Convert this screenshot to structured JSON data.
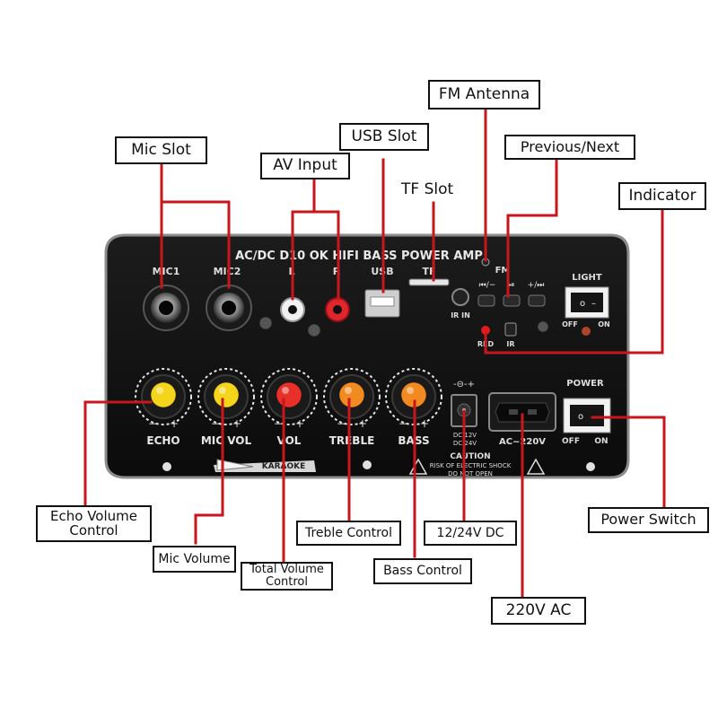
{
  "callouts": {
    "fm_antenna": "FM Antenna",
    "usb_slot": "USB Slot",
    "previous_next": "Previous/Next",
    "mic_slot": "Mic Slot",
    "av_input": "AV Input",
    "tf_slot": "TF Slot",
    "indicator": "Indicator",
    "echo_volume": "Echo Volume\nControl",
    "mic_volume": "Mic Volume",
    "total_volume": "Total Volume\nControl",
    "treble_control": "Treble Control",
    "bass_control": "Bass Control",
    "dc_input": "12/24V DC",
    "ac_input": "220V AC",
    "power_switch": "Power Switch"
  },
  "panel": {
    "header": "AC/DC  D10 OK  HIFI    BASS  POWER  AMP",
    "jacks": {
      "mic1": "MIC1",
      "mic2": "MIC2",
      "l": "L",
      "r": "R",
      "usb": "USB",
      "tf": "TF",
      "ir_in": "IR IN",
      "fm": "FM",
      "prev": "⏮/−",
      "play": "⏯",
      "next": "+/⏭",
      "red": "RED",
      "ir": "IR"
    },
    "light": {
      "title": "LIGHT",
      "off": "OFF",
      "on": "ON"
    },
    "power": {
      "title": "POWER",
      "off": "OFF",
      "on": "ON"
    },
    "knobs": [
      {
        "label": "ECHO",
        "color": "#f4d51c"
      },
      {
        "label": "MIC VOL",
        "color": "#f4d51c"
      },
      {
        "label": "VOL",
        "color": "#e8302a"
      },
      {
        "label": "TREBLE",
        "color": "#f28a22"
      },
      {
        "label": "BASS",
        "color": "#f28a22"
      }
    ],
    "knob_marks": {
      "minus": "−",
      "plus": "+"
    },
    "dc_top": "-⊖-+",
    "dc_label_1": "DC 12V",
    "dc_label_2": "DC 24V",
    "ac_label": "AC~220V",
    "karaoke": "KARAOKE",
    "caution_title": "CAUTION",
    "caution_line_1": "RISK OF ELECTRIC SHOCK",
    "caution_line_2": "DO NOT OPEN"
  },
  "colors": {
    "leader": "#c8161d",
    "panel": "#121212",
    "panel_edge": "#9a9a9a"
  }
}
